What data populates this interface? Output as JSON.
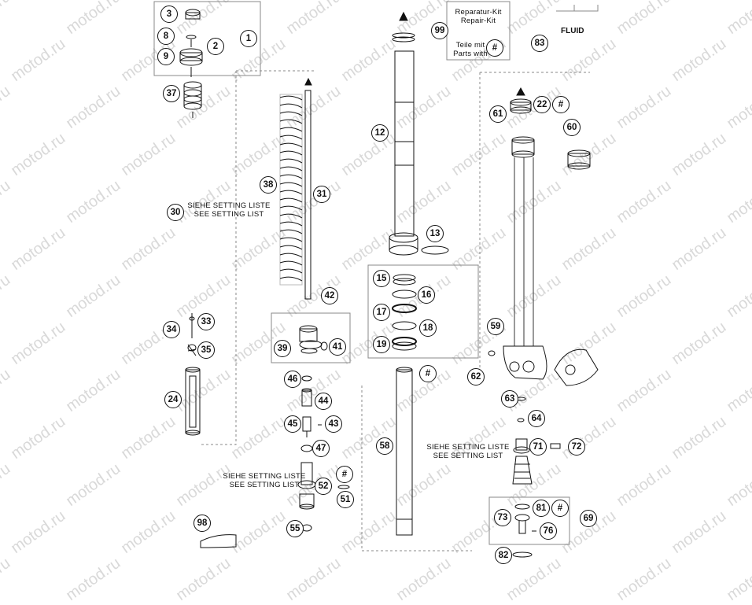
{
  "watermark_text": "motod.ru",
  "callouts": {
    "c1": "1",
    "c2": "2",
    "c3": "3",
    "c8": "8",
    "c9": "9",
    "c37": "37",
    "c38": "38",
    "c31": "31",
    "c30": "30",
    "c42": "42",
    "c33": "33",
    "c34": "34",
    "c35": "35",
    "c24": "24",
    "c39": "39",
    "c41": "41",
    "c46": "46",
    "c44": "44",
    "c45": "45",
    "c43": "43",
    "c47": "47",
    "c52": "52",
    "c51h": "#",
    "c51": "51",
    "c55": "55",
    "c98": "98",
    "c99": "99",
    "c12": "12",
    "c13": "13",
    "c15": "15",
    "c16": "16",
    "c17": "17",
    "c18": "18",
    "c19": "19",
    "c58h": "#",
    "c58": "58",
    "c83": "83",
    "ckith": "#",
    "c22": "22",
    "c22h": "#",
    "c61": "61",
    "c60": "60",
    "c59": "59",
    "c62": "62",
    "c63": "63",
    "c64": "64",
    "c71": "71",
    "c72": "72",
    "c81": "81",
    "c81h": "#",
    "c73": "73",
    "c76": "76",
    "c69": "69",
    "c82": "82"
  },
  "notes": {
    "setting_list_spring_de": "SIEHE SETTING LISTE",
    "setting_list_spring_en": "SEE SETTING LIST",
    "setting_list_valve_de": "SIEHE SETTING LISTE",
    "setting_list_valve_en": "SEE SETTING LIST",
    "setting_list_cartridge_de": "SIEHE SETTING LISTE",
    "setting_list_cartridge_en": "SEE SETTING LIST",
    "repair_kit_de": "Reparatur-Kit",
    "repair_kit_en": "Repair-Kit",
    "parts_with_de": "Teile mit",
    "parts_with_en": "Parts with",
    "fluid": "FLUID"
  },
  "colors": {
    "line": "#111111",
    "watermark": "#d9d9d9",
    "frame": "#888888"
  }
}
